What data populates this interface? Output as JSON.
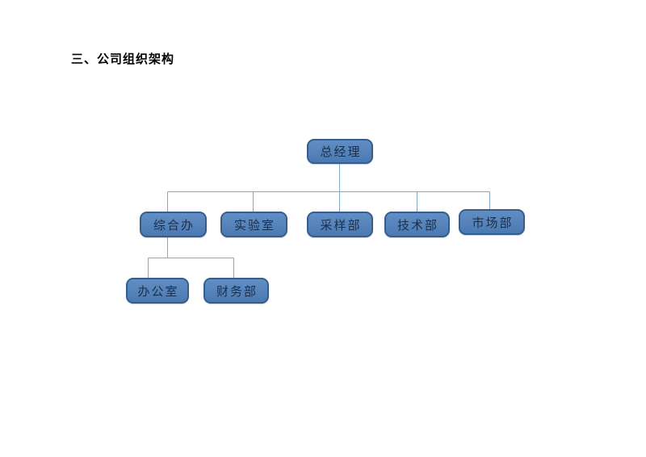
{
  "document": {
    "heading": "三、公司组织架构"
  },
  "org_chart": {
    "root": {
      "label": "总经理"
    },
    "departments": [
      {
        "label": "综合办"
      },
      {
        "label": "实验室"
      },
      {
        "label": "采样部"
      },
      {
        "label": "技术部"
      },
      {
        "label": "市场部"
      }
    ],
    "sub_departments": [
      {
        "label": "办公室"
      },
      {
        "label": "财务部"
      }
    ],
    "colors": {
      "box_fill": "#4f81bd",
      "box_border": "#385d8a",
      "box_text": "#1c2f4a",
      "connector": "#84a7cc"
    }
  }
}
